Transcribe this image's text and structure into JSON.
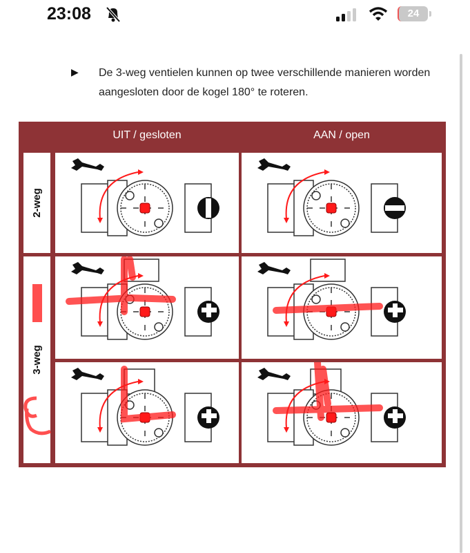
{
  "status_bar": {
    "time": "23:08",
    "battery": "24",
    "icons": [
      "bell-slash-icon",
      "signal-icon",
      "wifi-icon",
      "battery-charging-icon"
    ]
  },
  "document": {
    "bullet": "▶",
    "intro": "De 3-weg ventielen kunnen op twee verschillende manieren worden aangesloten door de kogel 180° te roteren.",
    "table": {
      "headers": [
        "UIT / gesloten",
        "AAN / open"
      ],
      "rows": [
        {
          "label": "2-weg"
        },
        {
          "label": "3-weg"
        }
      ]
    }
  },
  "colors": {
    "table": "#8e3336",
    "marker": "#ff1a1a"
  }
}
